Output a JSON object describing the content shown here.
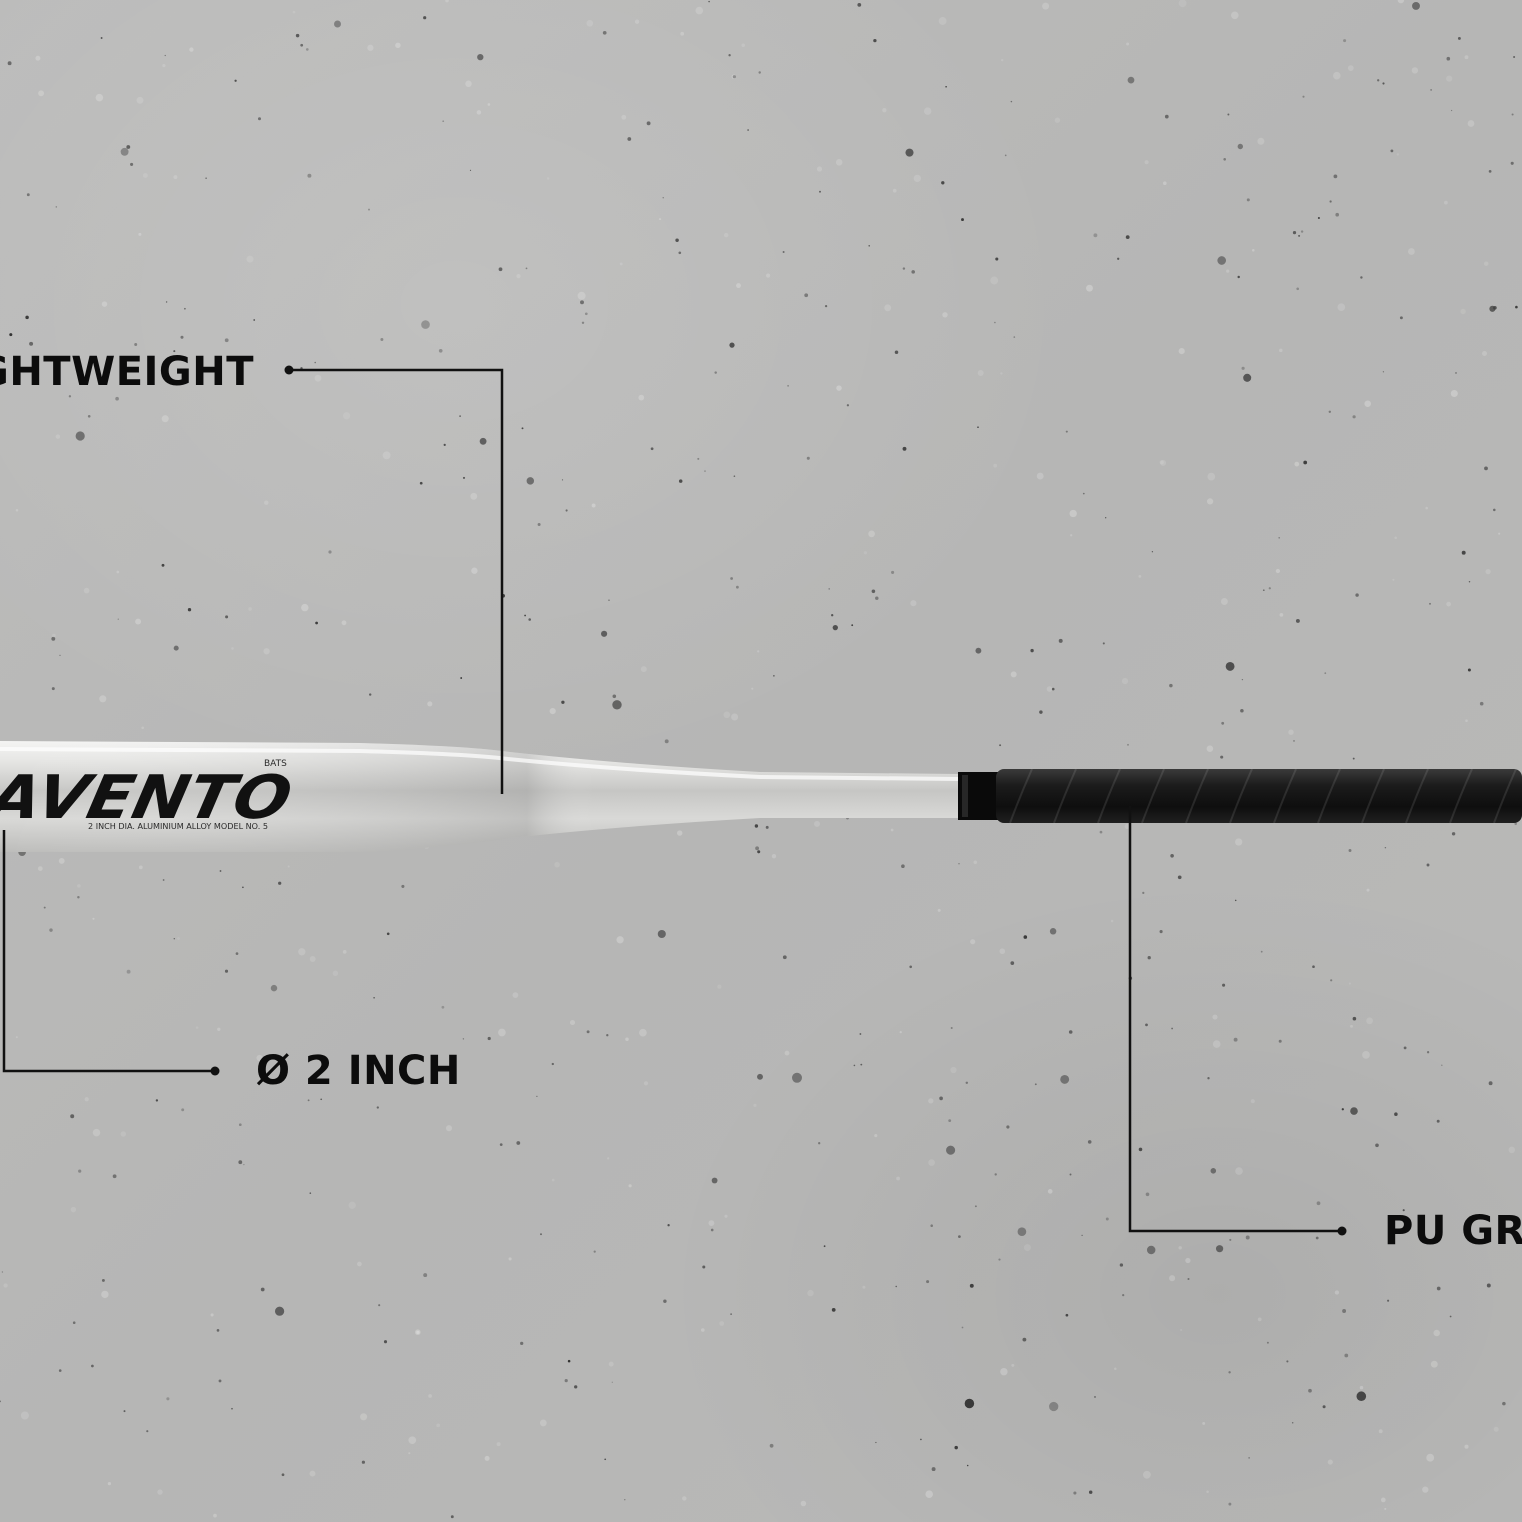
{
  "labels": {
    "lightweight": "GHTWEIGHT",
    "diameter": "Ø 2 INCH",
    "grip": "PU GR"
  },
  "bat": {
    "brand": "AVENTO",
    "brand_tag": "BATS",
    "model_text": "2 INCH DIA. ALUMINIUM ALLOY MODEL NO. 5"
  },
  "colors": {
    "concrete": "#b9b9b8",
    "callout": "#111111",
    "bat_silver": "#d4d4d2",
    "grip": "#161616"
  }
}
